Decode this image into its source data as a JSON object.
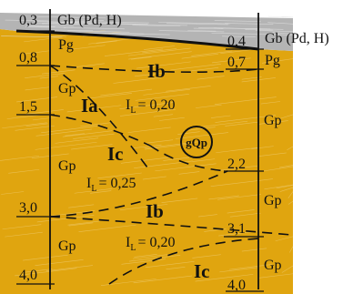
{
  "left_column": {
    "depths": [
      "0,3",
      "0,8",
      "1,5",
      "3,0",
      "4,0"
    ],
    "soils": [
      "Gp",
      "Gp",
      "Gp"
    ]
  },
  "right_column": {
    "depths": [
      "0,4",
      "0,7",
      "2,2",
      "3,1",
      "4,0"
    ],
    "soils": [
      "Gp",
      "Gp",
      "Gp"
    ]
  },
  "layers": {
    "fill_left": "Gb (Pd, H)",
    "fill_right": "Gb (Pd, H)",
    "pg_left": "Pg",
    "pg_right": "Pg"
  },
  "zones": {
    "ib_top": "Ib",
    "ia": "Ia",
    "ic_mid": "Ic",
    "ib_mid": "Ib",
    "ic_bottom": "Ic"
  },
  "liquidity": {
    "symbol": "I",
    "subscript": "L",
    "ia_value": "= 0,20",
    "ic_value": "= 0,25",
    "ib_value": "= 0,20"
  },
  "stratigraphy_badge": "gQp",
  "colors": {
    "soil": "#E0A50F",
    "fill": "#B4B4B4",
    "line": "#111111",
    "grain": "#F2D58A"
  }
}
